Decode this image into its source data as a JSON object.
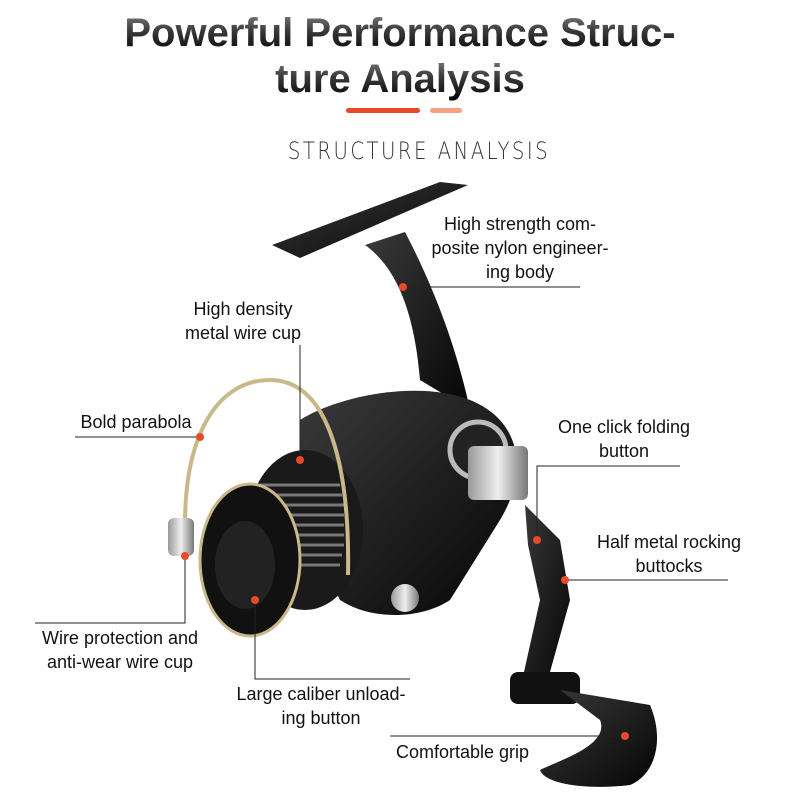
{
  "header": {
    "title_line1": "Powerful Performance Struc-",
    "title_line2": "ture Analysis",
    "subtitle": "STRUCTURE ANALYSIS",
    "accent_colors": [
      "#e8492a",
      "#f4a184"
    ]
  },
  "callouts": [
    {
      "lines": [
        "High strength com-",
        "posite nylon engineer-",
        "ing body"
      ]
    },
    {
      "lines": [
        "High density",
        "metal wire cup"
      ]
    },
    {
      "lines": [
        "Bold parabola"
      ]
    },
    {
      "lines": [
        "One click folding",
        "button"
      ]
    },
    {
      "lines": [
        "Half metal rocking",
        "buttocks"
      ]
    },
    {
      "lines": [
        "Wire protection and",
        "anti-wear wire cup"
      ]
    },
    {
      "lines": [
        "Large caliber unload-",
        "ing button"
      ]
    },
    {
      "lines": [
        "Comfortable grip"
      ]
    }
  ],
  "marker_color": "#e8492a"
}
